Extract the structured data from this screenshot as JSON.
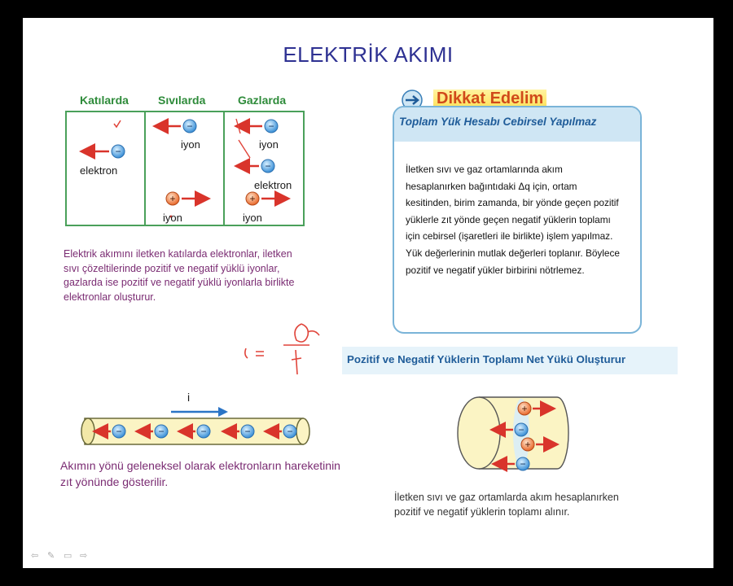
{
  "slide_title": "ELEKTRİK AKIMI",
  "table": {
    "headers": [
      "Katılarda",
      "Sıvılarda",
      "Gazlarda"
    ],
    "labels": {
      "solid_electron": "elektron",
      "liquid_ion_top": "iyon",
      "liquid_ion_bottom": "iyon",
      "gas_ion_top": "iyon",
      "gas_electron": "elektron",
      "gas_ion_bottom": "iyon"
    }
  },
  "paragraph": "Elektrik akımını iletken katılarda elektronlar, iletken sıvı çözeltilerinde pozitif ve negatif yüklü iyonlar, gazlarda ise pozitif ve negatif yüklü iyonlarla birlikte elektronlar oluşturur.",
  "formula": {
    "lhs": "i",
    "eq": "=",
    "num": "q",
    "den": "t"
  },
  "wire": {
    "current_label": "i",
    "charge_symbol": "−"
  },
  "caption_wire": "Akımın yönü geleneksel olarak elektronların hareketinin zıt yönünde gösterilir.",
  "dikkat": {
    "title": "Dikkat Edelim",
    "subtitle": "Toplam Yük Hesabı Cebirsel Yapılmaz",
    "body": "İletken sıvı ve gaz ortamlarında akım hesaplanırken bağıntıdaki Δq için, ortam kesitinden, birim zamanda, bir yönde geçen pozitif yüklerle zıt yönde geçen negatif yüklerin toplamı için cebirsel (işaretleri ile birlikte) işlem yapılmaz. Yük değerlerinin mutlak değerleri toplanır. Böylece pozitif ve negatif yükler birbirini nötrlemez."
  },
  "net_title": "Pozitif ve Negatif Yüklerin Toplamı Net Yükü Oluşturur",
  "caption_cyl": "İletken sıvı ve gaz ortamlarda akım hesaplanırken pozitif ve negatif yüklerin toplamı alınır.",
  "charges": {
    "plus": "+",
    "minus": "−"
  },
  "colors": {
    "title": "#2e3192",
    "paragraph": "#7a2b72",
    "table_border": "#4aa05a",
    "arrow": "#d9342b",
    "electron": "#3a8fd6",
    "ion_positive": "#e8682a",
    "annotation": "#e0443a"
  }
}
